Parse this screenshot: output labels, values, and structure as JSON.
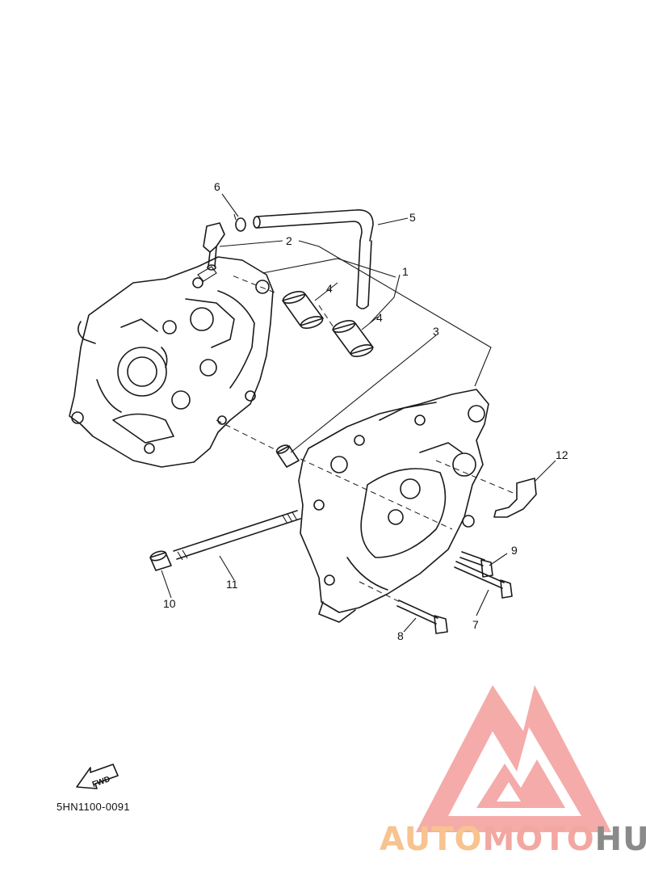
{
  "diagram": {
    "callouts": [
      "1",
      "2",
      "3",
      "4",
      "4",
      "5",
      "6",
      "7",
      "8",
      "9",
      "10",
      "11",
      "12"
    ],
    "fwd_label": "FWD",
    "diagram_code": "5HN1100-0091"
  },
  "watermark": {
    "part1": "AUTO",
    "part2": "MOTO",
    "part3": "HUB",
    "colors": {
      "auto": "#f7c38f",
      "moto": "#f2a7a0",
      "hub": "#8a8a8a"
    }
  }
}
